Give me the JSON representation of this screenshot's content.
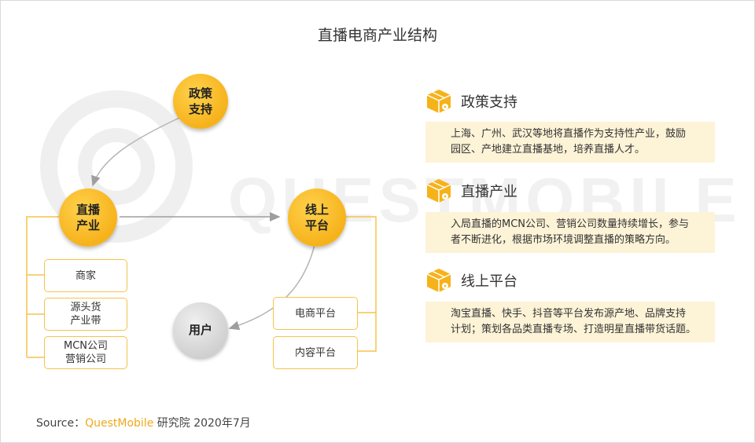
{
  "title": "直播电商产业结构",
  "nodes": {
    "policy": [
      "政策",
      "支持"
    ],
    "live": [
      "直播",
      "产业"
    ],
    "platform": [
      "线上",
      "平台"
    ],
    "user": "用户"
  },
  "left_boxes": [
    [
      "商家"
    ],
    [
      "源头货",
      "产业带"
    ],
    [
      "MCN公司",
      "营销公司"
    ]
  ],
  "right_boxes": [
    "电商平台",
    "内容平台"
  ],
  "sections": [
    {
      "heading": "政策支持",
      "lines": [
        "上海、广州、武汉等地将直播作为支持性产业，鼓励",
        "园区、产地建立直播基地，培养直播人才。"
      ]
    },
    {
      "heading": "直播产业",
      "lines": [
        "入局直播的MCN公司、营销公司数量持续增长，参与",
        "者不断进化，根据市场环境调整直播的策略方向。"
      ]
    },
    {
      "heading": "线上平台",
      "lines": [
        "淘宝直播、快手、抖音等平台发布源产地、品牌支持",
        "计划；策划各品类直播专场、打造明星直播带货话题。"
      ]
    }
  ],
  "source": {
    "prefix": "Source：",
    "brand": "QuestMobile",
    "suffix": " 研究院 2020年7月"
  },
  "watermark": "QUESTMOBILE",
  "colors": {
    "accent": "#f6b21b",
    "box_border": "#f5c34a",
    "desc_bg": "#fdf3d7",
    "brand": "#f0a81a"
  }
}
